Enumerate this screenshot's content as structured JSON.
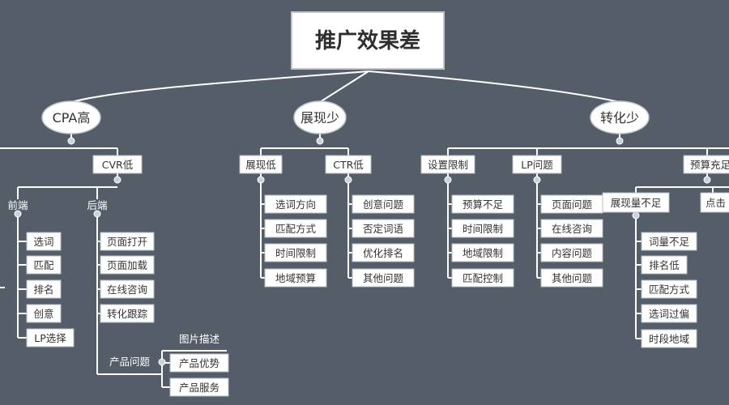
{
  "root": "推广效果差",
  "branches": {
    "cpa": "CPA高",
    "show": "展现少",
    "conv": "转化少"
  },
  "cpa": {
    "cvr": "CVR低",
    "front": "前端",
    "back": "后端",
    "front_items": [
      "选词",
      "匹配",
      "排名",
      "创意",
      "LP选择"
    ],
    "back_items": [
      "页面打开",
      "页面加载",
      "在线咨询",
      "转化跟踪"
    ],
    "product": "产品问题",
    "product_items": [
      "图片描述",
      "产品优势",
      "产品服务"
    ]
  },
  "show": {
    "low_show": "展现低",
    "ctr": "CTR低",
    "low_show_items": [
      "选词方向",
      "匹配方式",
      "时间限制",
      "地域预算"
    ],
    "ctr_items": [
      "创意问题",
      "否定词语",
      "优化排名",
      "其他问题"
    ]
  },
  "conv": {
    "settings": "设置限制",
    "lp": "LP问题",
    "budget": "预算充足",
    "settings_items": [
      "预算不足",
      "时间限制",
      "地域限制",
      "匹配控制"
    ],
    "lp_items": [
      "页面问题",
      "在线咨询",
      "内容问题",
      "其他问题"
    ],
    "show_low": "展现量不足",
    "click": "点击",
    "show_low_items": [
      "词量不足",
      "排名低",
      "匹配方式",
      "选词过偏",
      "时段地域"
    ]
  }
}
